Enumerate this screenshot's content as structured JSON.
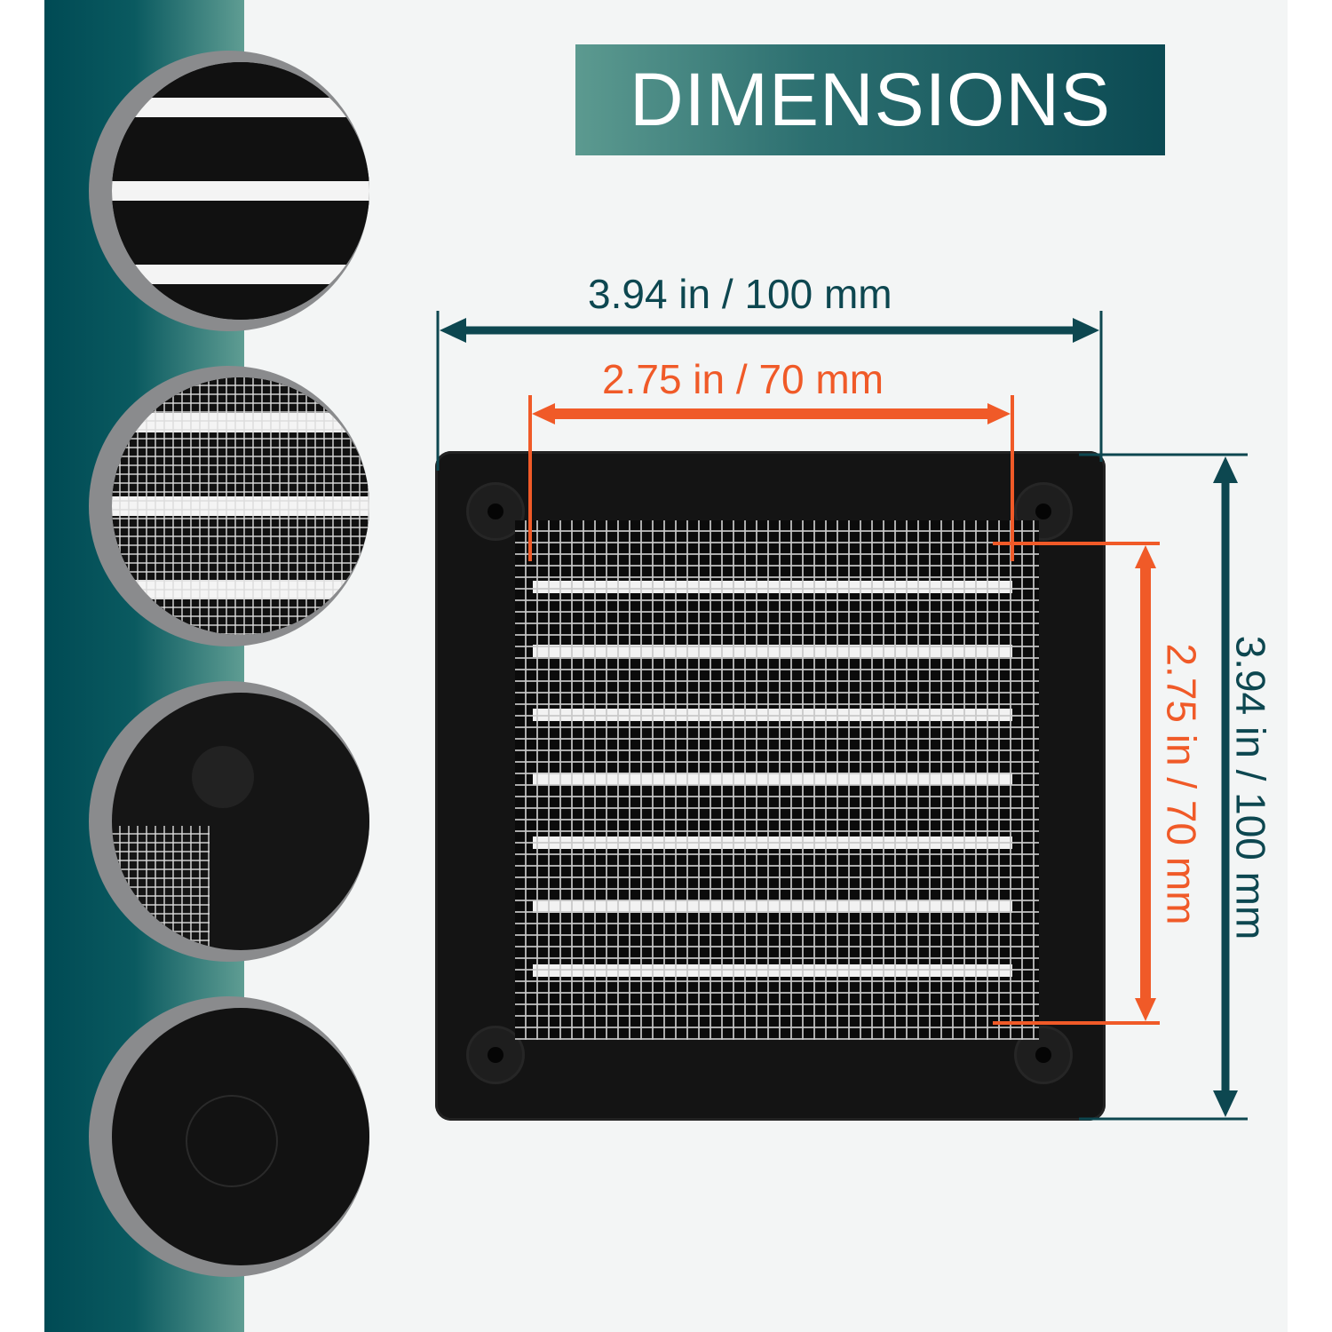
{
  "title": "DIMENSIONS",
  "dimensions": {
    "outer_width": "3.94 in / 100 mm",
    "inner_width": "2.75 in / 70 mm",
    "inner_height": "2.75 in / 70 mm",
    "outer_height": "3.94 in / 100 mm"
  },
  "colors": {
    "teal": "#0d4750",
    "orange": "#f05a28"
  },
  "detail_views": [
    "louver-closeup",
    "mesh-closeup",
    "corner-screw-hole-closeup",
    "back-corner-closeup"
  ]
}
